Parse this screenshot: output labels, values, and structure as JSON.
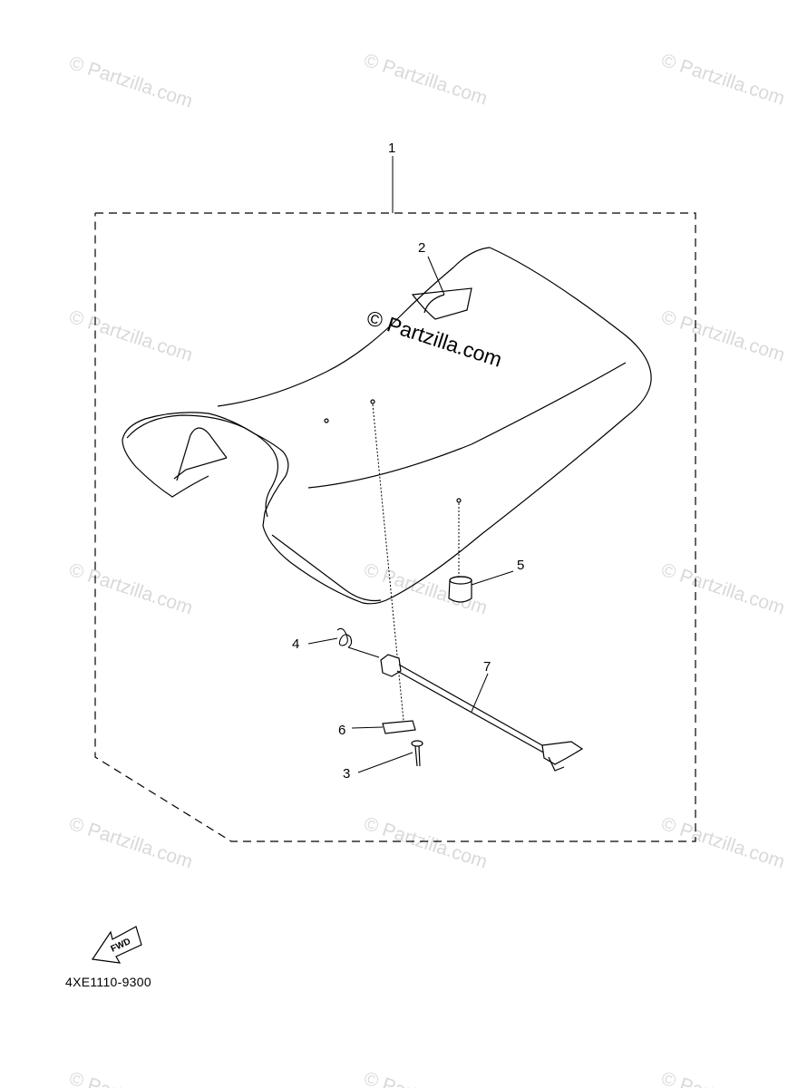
{
  "watermark": {
    "text": "© Partzilla.com",
    "center_text": "© Partzilla.com"
  },
  "callouts": [
    {
      "id": "1",
      "label": "1"
    },
    {
      "id": "2",
      "label": "2"
    },
    {
      "id": "3",
      "label": "3"
    },
    {
      "id": "4",
      "label": "4"
    },
    {
      "id": "5",
      "label": "5"
    },
    {
      "id": "6",
      "label": "6"
    },
    {
      "id": "7",
      "label": "7"
    }
  ],
  "fwd_label": "FWD",
  "diagram_code": "4XE1110-9300",
  "colors": {
    "line": "#000000",
    "watermark": "#d9d9d9"
  }
}
